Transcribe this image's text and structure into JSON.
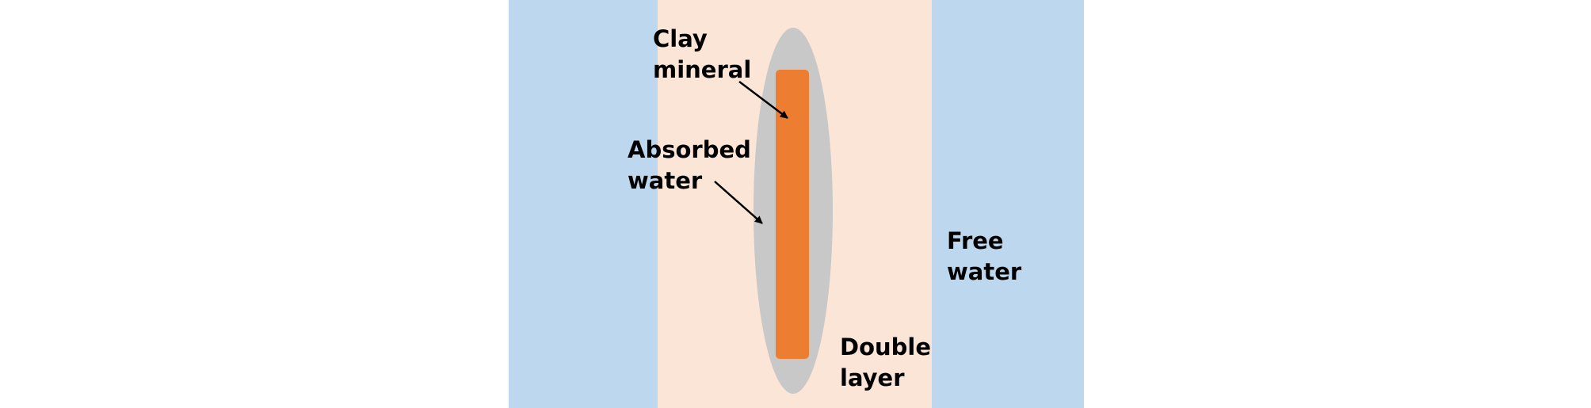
{
  "colors": {
    "free_water": "#bdd7ee",
    "double_layer": "#fbe5d6",
    "absorbed_water": "#c8c8c8",
    "clay_mineral": "#ed7d31",
    "arrow": "#000000"
  },
  "labels": {
    "clay_mineral": [
      "Clay",
      "mineral"
    ],
    "absorbed_water": [
      "Absorbed",
      "water"
    ],
    "free_water": [
      "Free",
      "water"
    ],
    "double_layer": [
      "Double",
      "layer"
    ]
  }
}
